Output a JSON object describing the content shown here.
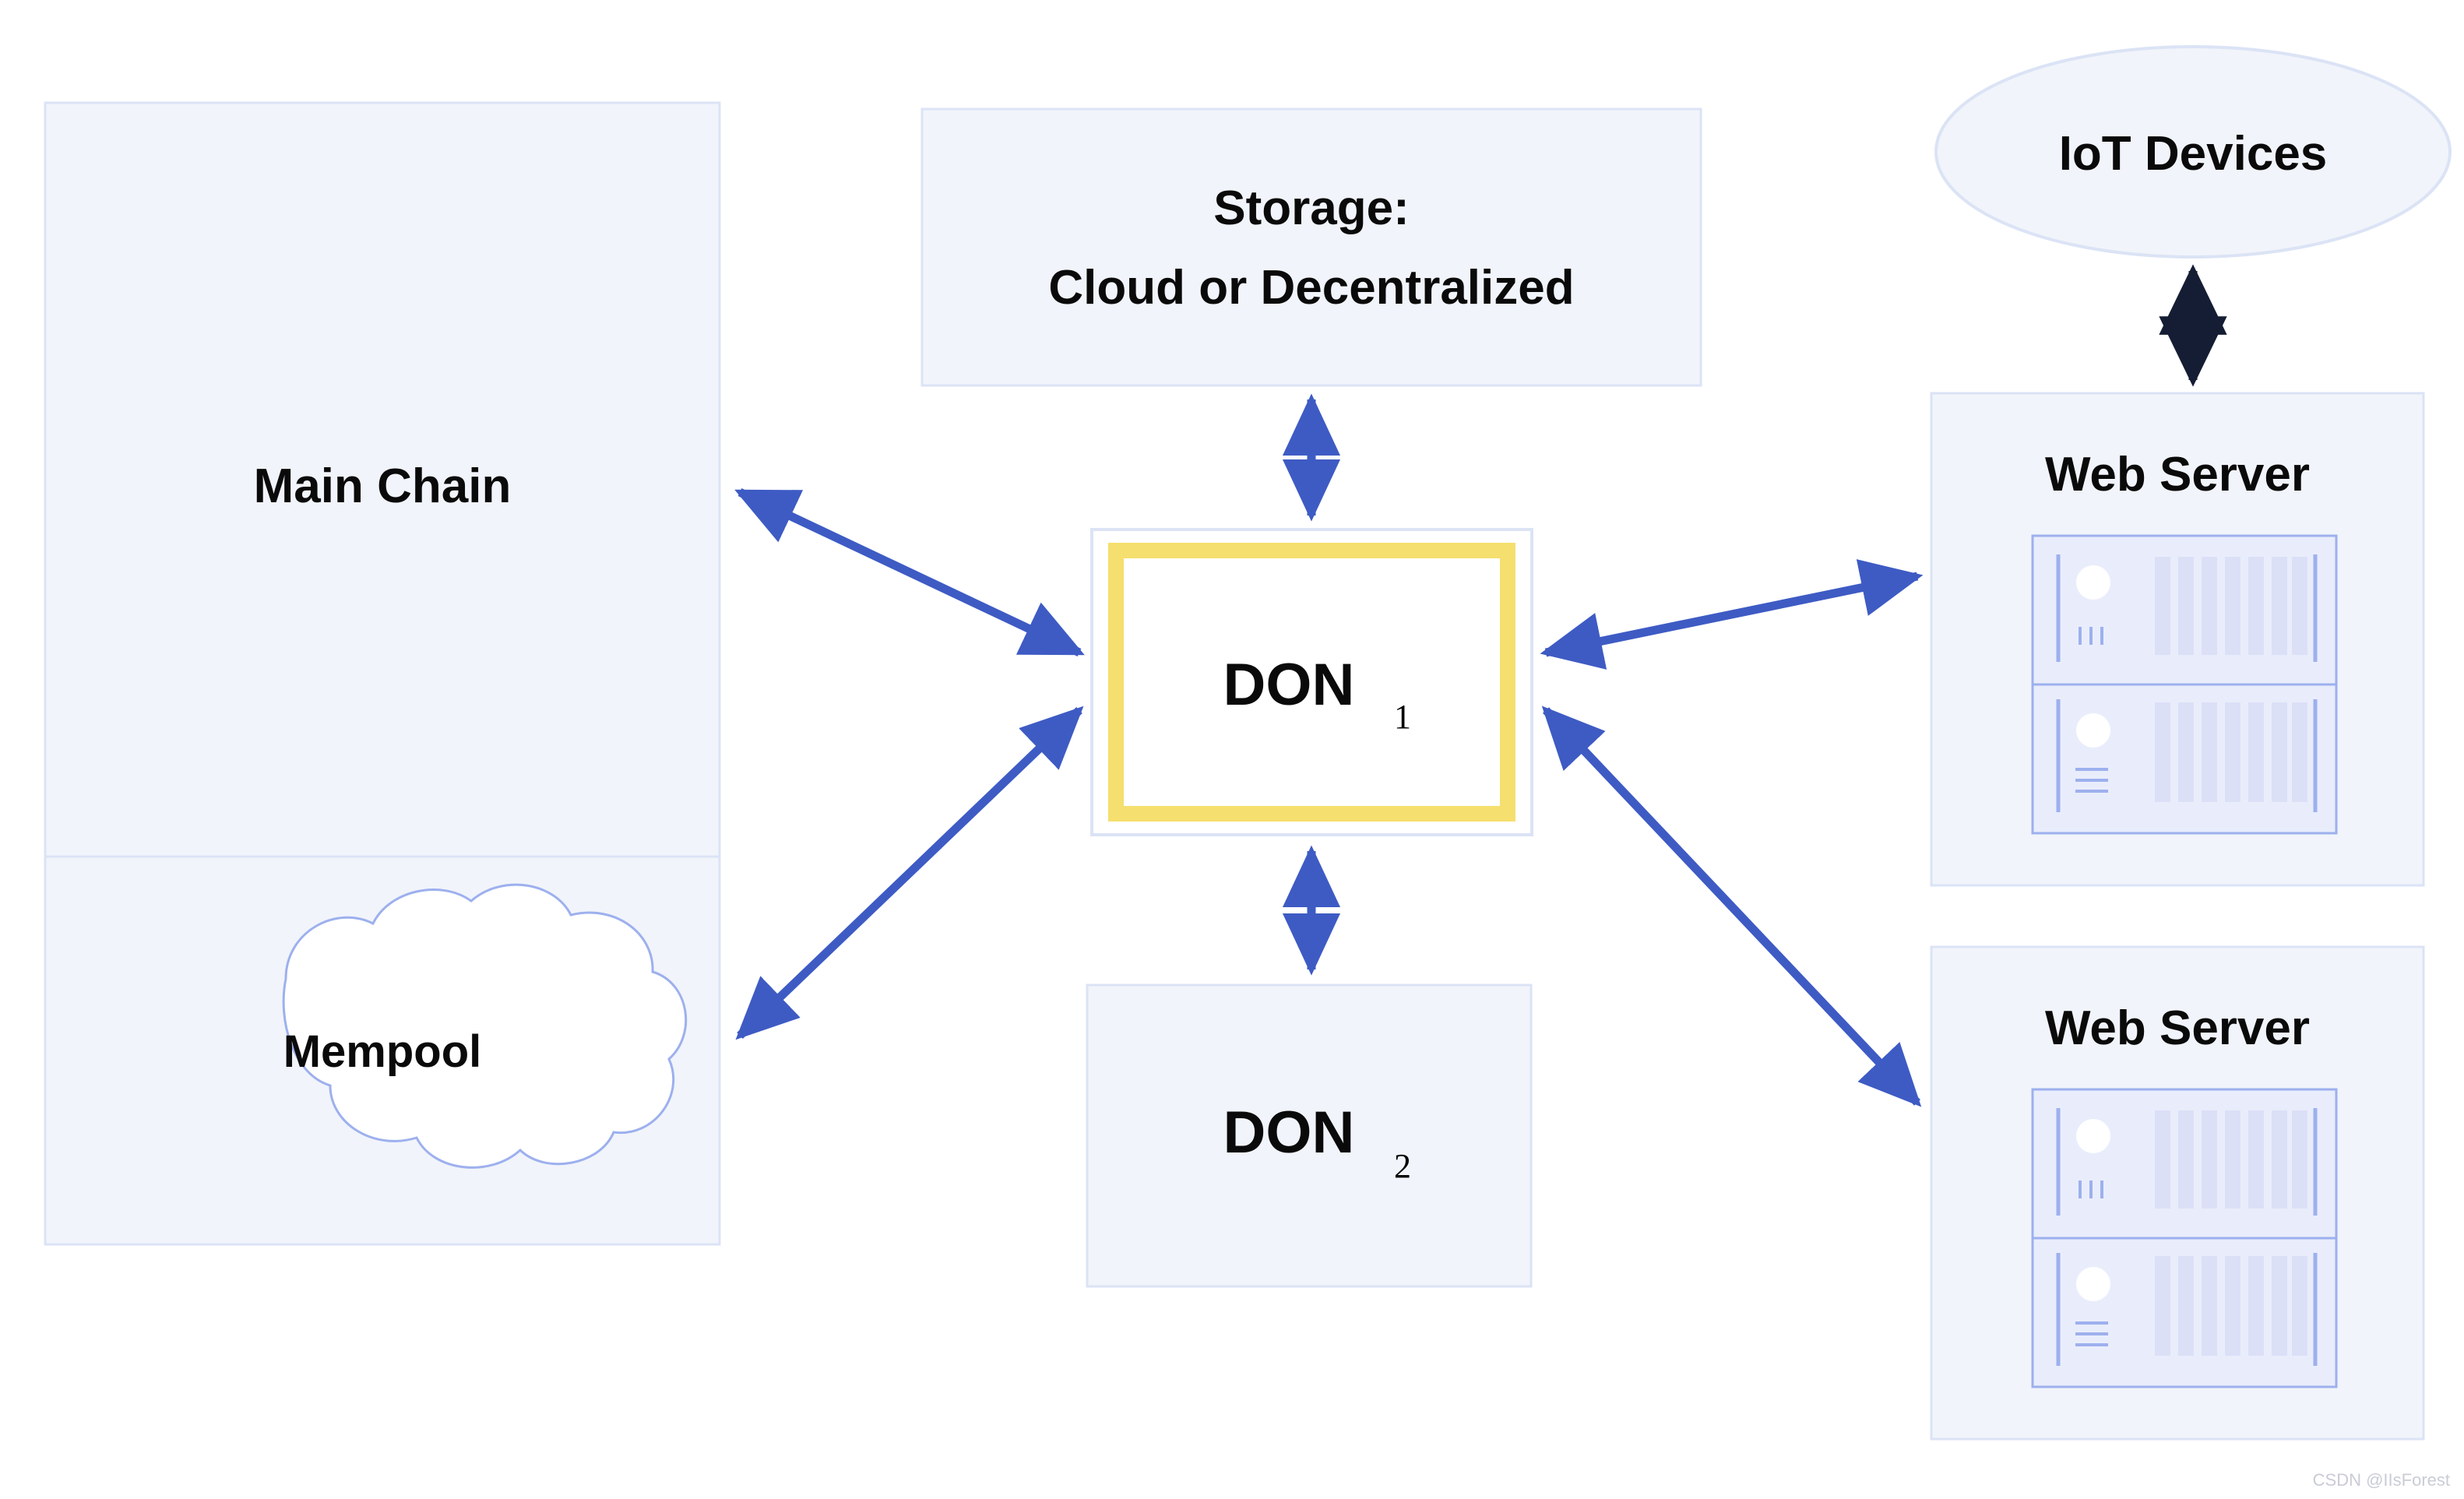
{
  "diagram": {
    "title": "DON network architecture diagram",
    "background_color": "#ffffff",
    "box_fill": "#f1f4fa",
    "box_border": "#dbe3f5",
    "arrow_blue": "#3e5bc4",
    "arrow_navy": "#141d33",
    "highlight_yellow": "#f5df6e",
    "server_bar_color": "#dbe0f7",
    "server_line_color": "#9db0ee"
  },
  "nodes": {
    "main_chain": {
      "label": "Main Chain",
      "shape": "rectangle"
    },
    "mempool": {
      "label": "Mempool",
      "shape": "cloud"
    },
    "storage": {
      "label_line1": "Storage:",
      "label_line2": "Cloud or Decentralized",
      "shape": "rectangle"
    },
    "don1": {
      "label": "DON",
      "subscript": "1",
      "shape": "rectangle-highlighted",
      "highlight": "#f5df6e"
    },
    "don2": {
      "label": "DON",
      "subscript": "2",
      "shape": "rectangle"
    },
    "iot_devices": {
      "label": "IoT Devices",
      "shape": "ellipse"
    },
    "web_server_top": {
      "label": "Web Server",
      "shape": "rectangle",
      "icon": "server-rack-icon"
    },
    "web_server_bottom": {
      "label": "Web Server",
      "shape": "rectangle",
      "icon": "server-rack-icon"
    }
  },
  "connections": [
    {
      "from": "don1",
      "to": "main_chain",
      "style": "double-arrow",
      "color": "#3e5bc4"
    },
    {
      "from": "don1",
      "to": "mempool",
      "style": "double-arrow",
      "color": "#3e5bc4"
    },
    {
      "from": "don1",
      "to": "storage",
      "style": "double-arrow",
      "color": "#3e5bc4"
    },
    {
      "from": "don1",
      "to": "don2",
      "style": "double-arrow",
      "color": "#3e5bc4"
    },
    {
      "from": "don1",
      "to": "web_server_top",
      "style": "double-arrow",
      "color": "#3e5bc4"
    },
    {
      "from": "don1",
      "to": "web_server_bottom",
      "style": "double-arrow",
      "color": "#3e5bc4"
    },
    {
      "from": "iot_devices",
      "to": "web_server_top",
      "style": "double-arrow",
      "color": "#141d33"
    }
  ],
  "watermark": {
    "text": "CSDN @IIsForest"
  }
}
